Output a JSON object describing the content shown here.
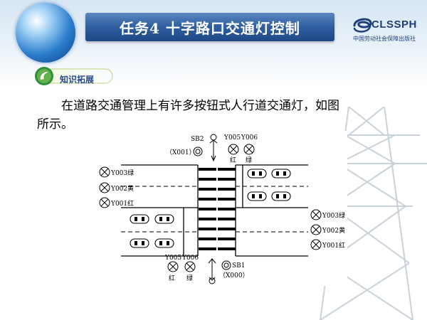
{
  "header": {
    "title": "任务4  十字路口交通灯控制",
    "logo_text": "CLSSPH",
    "logo_subtext": "中国劳动社会保障出版社"
  },
  "section": {
    "badge_label": "知识拓展"
  },
  "content": {
    "paragraph_line1": "在道路交通管理上有许多按钮式人行道交通灯，如图",
    "paragraph_line2": "所示。"
  },
  "diagram": {
    "top_button_label": "SB2",
    "top_button_addr": "（X001）",
    "top_light_red_addr": "Y005",
    "top_light_green_addr": "Y006",
    "top_red_text": "红",
    "top_green_text": "绿",
    "left_lights": [
      "Y003绿",
      "Y002黄",
      "Y001红"
    ],
    "right_lights": [
      "Y003绿",
      "Y002黄",
      "Y001红"
    ],
    "bottom_light_red_addr": "Y005",
    "bottom_light_green_addr": "Y006",
    "bottom_red_text": "红",
    "bottom_green_text": "绿",
    "bottom_button_label": "SB1",
    "bottom_button_addr": "（X000）"
  },
  "colors": {
    "title_bar": "#2f5e9f",
    "logo": "#1f3f7a"
  }
}
